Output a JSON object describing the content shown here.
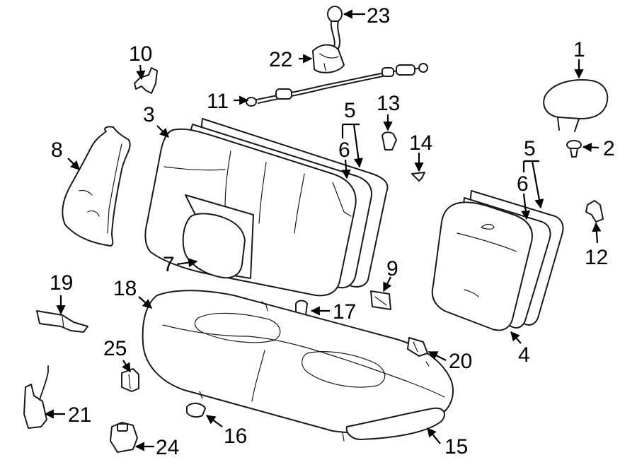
{
  "callouts": {
    "c1": "1",
    "c2": "2",
    "c3": "3",
    "c4": "4",
    "c5a": "5",
    "c5b": "5",
    "c6a": "6",
    "c6b": "6",
    "c7": "7",
    "c8": "8",
    "c9": "9",
    "c10": "10",
    "c11": "11",
    "c12": "12",
    "c13": "13",
    "c14": "14",
    "c15": "15",
    "c16": "16",
    "c17": "17",
    "c18": "18",
    "c19": "19",
    "c20": "20",
    "c21": "21",
    "c22": "22",
    "c23": "23",
    "c24": "24",
    "c25": "25"
  }
}
